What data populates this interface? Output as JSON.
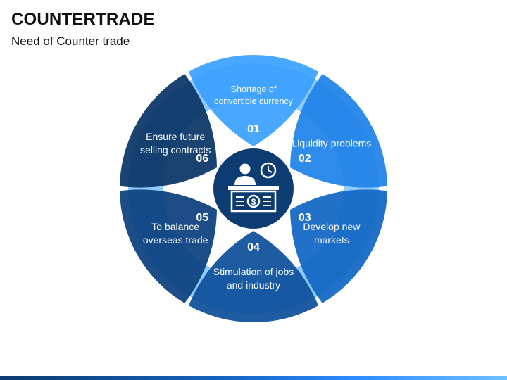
{
  "header": {
    "title": "COUNTERTRADE",
    "subtitle": "Need of Counter trade"
  },
  "segments": [
    {
      "number": "01",
      "label": "Shortage of convertible currency",
      "color": "#3aa0ff"
    },
    {
      "number": "02",
      "label": "Liquidity problems",
      "color": "#1f82e8"
    },
    {
      "number": "03",
      "label": "Develop new markets",
      "color": "#1166c4"
    },
    {
      "number": "04",
      "label": "Stimulation of jobs and industry",
      "color": "#0d4f9a"
    },
    {
      "number": "05",
      "label": "To balance overseas trade",
      "color": "#0b3f7e"
    },
    {
      "number": "06",
      "label": "Ensure future selling contracts",
      "color": "#0a3566"
    }
  ],
  "colors": {
    "ring": "#8fcbff",
    "center": "#0d3c73",
    "footer": "#1565c0"
  },
  "center_icon": "banker-desk-clock-icon"
}
